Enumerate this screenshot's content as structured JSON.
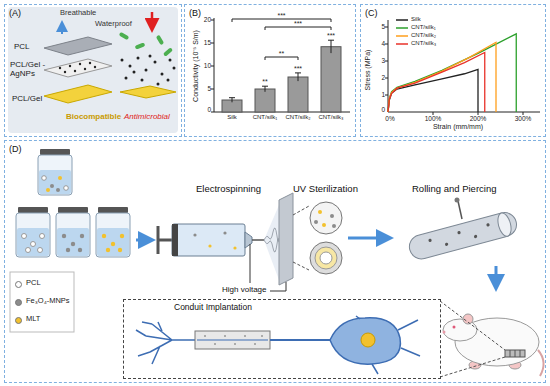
{
  "diagram": {
    "nodes": [
      {
        "text": [
          "(A)"
        ]
      },
      {
        "text": [
          "(B)"
        ]
      },
      {
        "text": [
          "(C)"
        ]
      },
      {
        "text": [
          "(D)"
        ]
      },
      {
        "text": [
          "Conduit Implantation"
        ],
        "in": 3
      }
    ],
    "labels": [
      "Breathable",
      "Waterproof",
      "PCL",
      "PCL/Gel -AgNPs",
      "PCL/Gel",
      "Biocompatible",
      "Antimicrobial",
      "Conductivity (10⁻⁵ S/m)",
      "0",
      "5",
      "10",
      "15",
      "20",
      "Silk",
      "CNT/silk₁",
      "CNT/silk₂",
      "CNT/silk₃",
      "***",
      "***",
      "**",
      "**",
      "***",
      "***",
      "Stress (MPa)",
      "0",
      "1",
      "2",
      "3",
      "4",
      "5",
      "0%",
      "100%",
      "200%",
      "300%",
      "Strain (mm/mm)",
      "Electrospinning",
      "UV Sterilization",
      "Rolling and Piercing",
      "High voltage"
    ],
    "legend": [
      {
        "text": "Silk"
      },
      {
        "text": "CNT/silk₁"
      },
      {
        "text": "CNT/silk₂"
      },
      {
        "text": "CNT/silk₃"
      },
      {
        "text": "PCL",
        "color": "#ffffff"
      },
      {
        "text": "Fe₃O₄-MNPs",
        "color": "#8c8c8c"
      },
      {
        "text": "MLT",
        "color": "#f2c12e"
      }
    ]
  }
}
